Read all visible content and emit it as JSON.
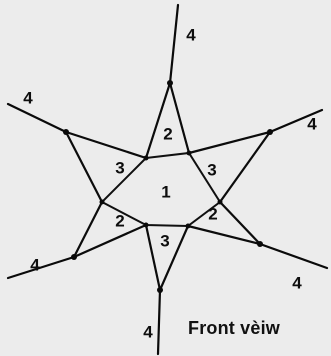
{
  "caption": "Front vèiw",
  "faces": {
    "center": "1",
    "top": "2",
    "upper_left": "3",
    "upper_right": "3",
    "lower_left": "2",
    "lower_right": "2",
    "bottom": "3"
  },
  "rays": {
    "top": "4",
    "upper_left": "4",
    "upper_right": "4",
    "lower_left": "4",
    "lower_right": "4",
    "bottom": "4"
  }
}
